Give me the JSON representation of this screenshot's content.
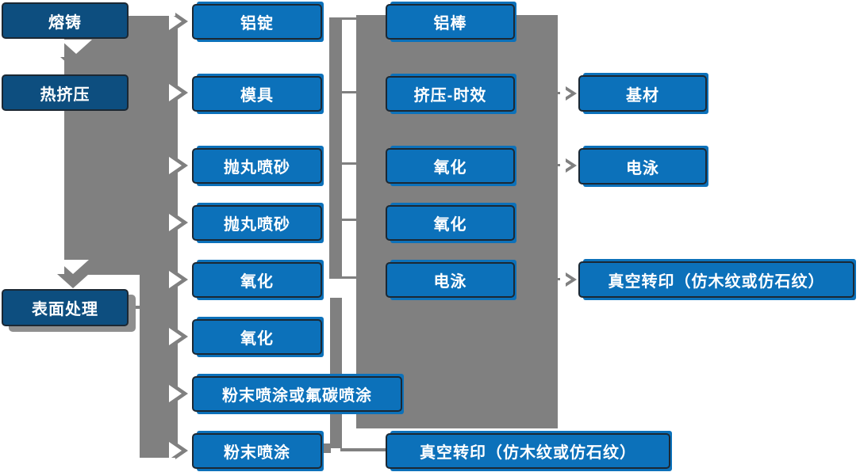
{
  "diagram": {
    "columns": {
      "process": [
        {
          "label": "熔铸"
        },
        {
          "label": "热挤压"
        },
        {
          "label": "表面处理"
        }
      ],
      "stage1": [
        {
          "label": "铝锭"
        },
        {
          "label": "模具"
        },
        {
          "label": "抛丸喷砂"
        },
        {
          "label": "抛丸喷砂"
        },
        {
          "label": "氧化"
        },
        {
          "label": "氧化"
        },
        {
          "label": "粉末喷涂或氟碳喷涂"
        },
        {
          "label": "粉末喷涂"
        }
      ],
      "stage2": [
        {
          "label": "铝棒"
        },
        {
          "label": "挤压-时效"
        },
        {
          "label": "氧化"
        },
        {
          "label": "氧化"
        },
        {
          "label": "电泳"
        },
        {
          "label": "真空转印（仿木纹或仿石纹）"
        }
      ],
      "stage3": [
        {
          "label": "基材"
        },
        {
          "label": "电泳"
        },
        {
          "label": "真空转印（仿木纹或仿石纹）"
        }
      ]
    },
    "colors": {
      "primary_blue": "#0C71BA",
      "dark_blue": "#0D4E7F",
      "connector_gray": "#808080",
      "box_border": "#1C2833",
      "text": "#FFFFFF"
    }
  }
}
